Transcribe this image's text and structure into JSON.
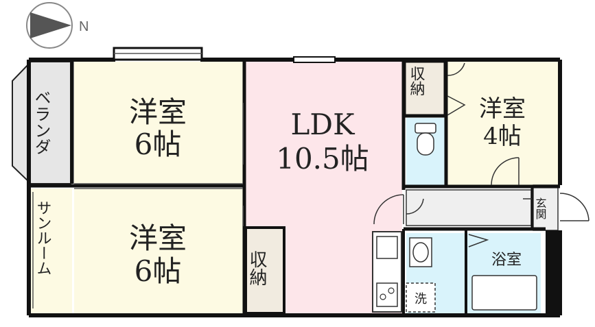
{
  "compass": {
    "north_label": "N"
  },
  "rooms": {
    "western_room_1": {
      "name": "洋室",
      "size": "6帖"
    },
    "western_room_2": {
      "name": "洋室",
      "size": "6帖"
    },
    "ldk": {
      "name": "LDK",
      "size": "10.5帖"
    },
    "western_room_3": {
      "name": "洋室",
      "size": "4帖"
    },
    "veranda": {
      "label": "ベランダ"
    },
    "sunroom": {
      "label": "サンルーム"
    },
    "storage_top": {
      "label": "収納"
    },
    "storage_bottom": {
      "label": "収納"
    },
    "entrance": {
      "label": "玄関"
    },
    "bathroom": {
      "label": "浴室"
    },
    "washer": {
      "label": "洗"
    }
  },
  "colors": {
    "western_room": "#fdfae3",
    "ldk": "#fde6ea",
    "wet_area": "#d9f3fb",
    "storage": "#f1ebe0",
    "veranda": "#e6e6e6",
    "hallway": "#efefef",
    "wall": "#111111"
  }
}
